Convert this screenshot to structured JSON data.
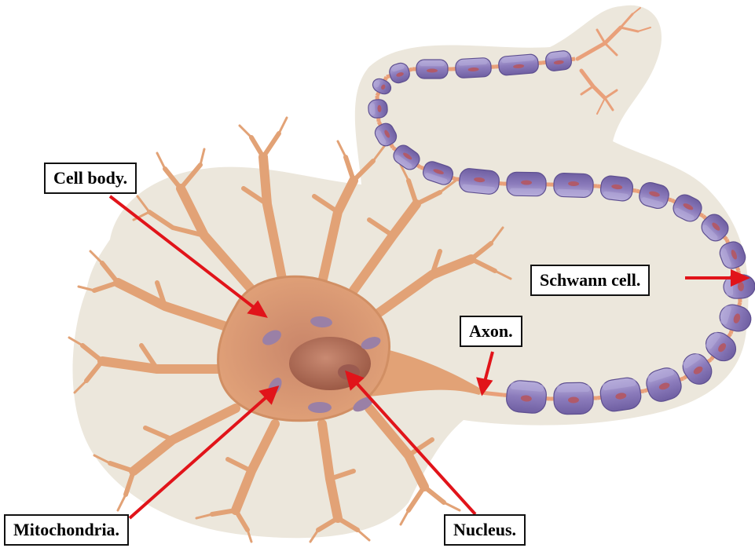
{
  "labels": {
    "cell_body": "Cell body.",
    "schwann_cell": "Schwann cell.",
    "axon": "Axon.",
    "mitochondria": "Mitochondria.",
    "nucleus": "Nucleus."
  },
  "colors": {
    "background_paper": "#ece7dc",
    "cell_body": "#e2a276",
    "cell_body_outline": "#c98458",
    "nucleus": "#b06a52",
    "mitochondria": "#9a80a6",
    "schwann_cell": "#8a7bb8",
    "schwann_cell_highlight": "#b3a8d8",
    "schwann_nucleus": "#b05a6a",
    "node_of_ranvier": "#e9a07a",
    "arrow": "#e1141a"
  }
}
